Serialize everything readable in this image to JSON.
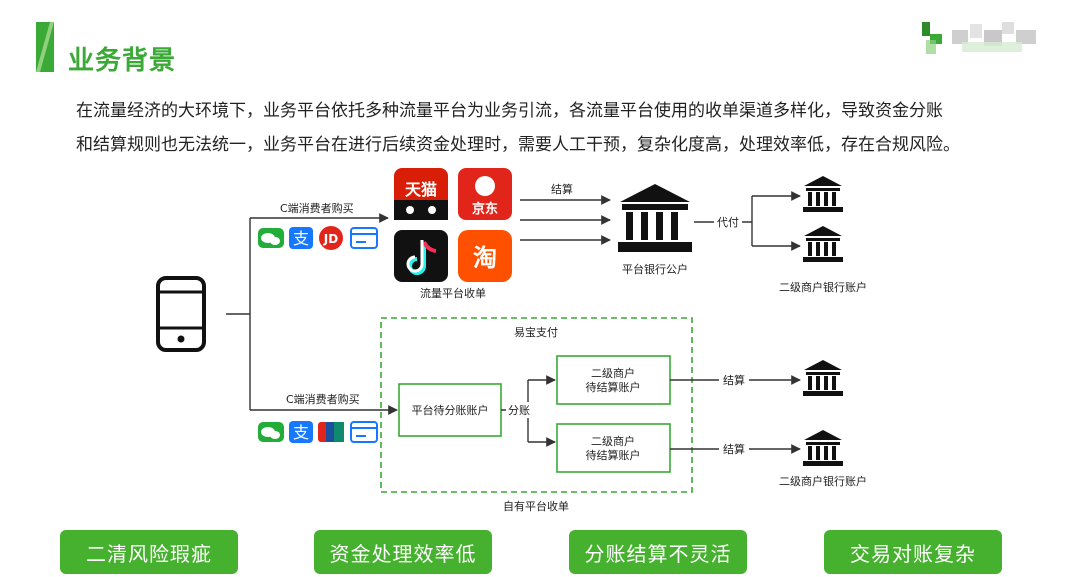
{
  "header": {
    "title": "业务背景"
  },
  "intro": {
    "line1": "在流量经济的大环境下，业务平台依托多种流量平台为业务引流，各流量平台使用的收单渠道多样化，导致资金分账",
    "line2": "和结算规则也无法统一，业务平台在进行后续资金处理时，需要人工干预，复杂化度高，处理效率低，存在合规风险。"
  },
  "diagram": {
    "top_flow": {
      "consumer_label": "C端消费者购买",
      "platforms": [
        {
          "name": "天猫",
          "color": "#d81e06"
        },
        {
          "name": "京东",
          "color": "#e1251b"
        },
        {
          "name": "抖音",
          "color": "#111111"
        },
        {
          "name": "淘",
          "color": "#ff5000"
        }
      ],
      "platforms_caption": "流量平台收单",
      "settle_label": "结算",
      "bank_caption": "平台银行公户",
      "payout_label": "代付",
      "merchant_bank_caption": "二级商户银行账户"
    },
    "bottom_flow": {
      "consumer_label": "C端消费者购买",
      "group_title": "易宝支付",
      "pending_account": "平台待分账账户",
      "split_label": "分账",
      "merchant_box_1": {
        "line1": "二级商户",
        "line2": "待结算账户"
      },
      "merchant_box_2": {
        "line1": "二级商户",
        "line2": "待结算账户"
      },
      "settle_label_1": "结算",
      "settle_label_2": "结算",
      "merchant_bank_caption": "二级商户银行账户",
      "group_caption": "自有平台收单"
    },
    "payment_icons": [
      "wechat-pay",
      "alipay",
      "jd-pay",
      "bank-card"
    ],
    "payment_icons_bottom": [
      "wechat-pay",
      "alipay",
      "unionpay",
      "bank-card"
    ]
  },
  "buttons": [
    {
      "label": "二清风险瑕疵"
    },
    {
      "label": "资金处理效率低"
    },
    {
      "label": "分账结算不灵活"
    },
    {
      "label": "交易对账复杂"
    }
  ],
  "colors": {
    "brand_green": "#3aa935",
    "button_green": "#46b12e",
    "box_border": "#3aa935"
  }
}
